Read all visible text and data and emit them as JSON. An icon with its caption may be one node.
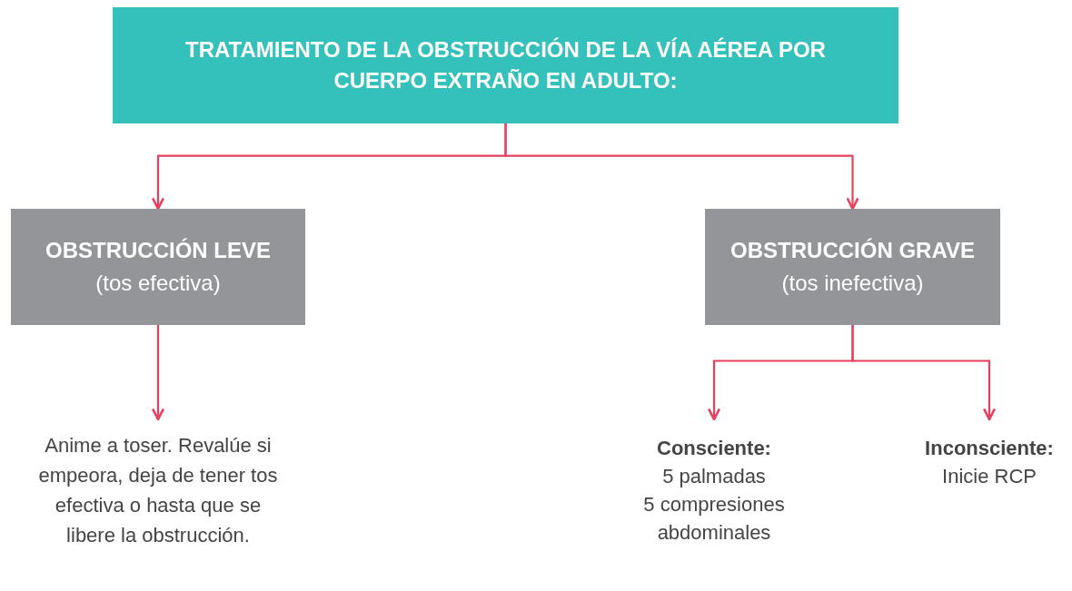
{
  "diagram": {
    "nodes": [
      {
        "text": [
          "TRATAMIENTO DE LA OBSTRUCCIÓN DE LA VÍA AÉREA POR CUERPO EXTRAÑO EN ADULTO:"
        ]
      },
      {
        "text": [
          "OBSTRUCCIÓN LEVE",
          "(tos efectiva)"
        ]
      },
      {
        "text": [
          "OBSTRUCCIÓN GRAVE",
          "(tos inefectiva)"
        ]
      },
      {
        "text": [
          "Anime a toser. Revalúe si empeora, deja de tener tos efectiva o hasta que se libere la obstrucción."
        ]
      },
      {
        "text": [
          "Consciente:",
          "5 palmadas",
          "5 compresiones abdominales"
        ]
      },
      {
        "text": [
          "Inconsciente:",
          "Inicie RCP"
        ]
      }
    ],
    "edges": [
      {
        "from": 0,
        "to": 1,
        "arrow": "to"
      },
      {
        "from": 0,
        "to": 2,
        "arrow": "to"
      },
      {
        "from": 1,
        "to": 3,
        "arrow": "to"
      },
      {
        "from": 2,
        "to": 4,
        "arrow": "to"
      },
      {
        "from": 2,
        "to": 5,
        "arrow": "to"
      }
    ]
  }
}
